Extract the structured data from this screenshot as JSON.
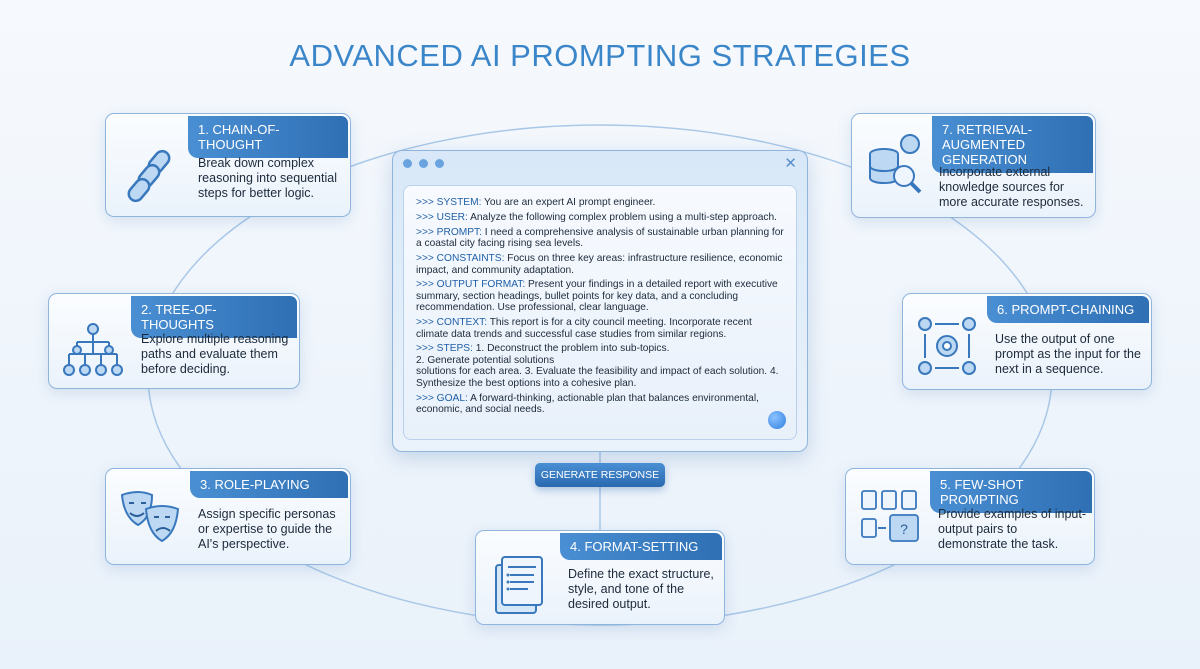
{
  "title": "ADVANCED AI PROMPTING STRATEGIES",
  "cards": [
    {
      "label": "1. CHAIN-OF-THOUGHT",
      "desc": "Break down complex reasoning into sequential steps for better logic.",
      "icon": "chain-link-icon"
    },
    {
      "label": "2. TREE-OF-THOUGHTS",
      "desc": "Explore multiple reasoning paths and evaluate them before deciding.",
      "icon": "tree-icon"
    },
    {
      "label": "3. ROLE-PLAYING",
      "desc": "Assign specific personas or expertise to guide the AI's perspective.",
      "icon": "theater-masks-icon"
    },
    {
      "label": "4. FORMAT-SETTING",
      "desc": "Define the exact structure, style, and tone of the desired output.",
      "icon": "document-icon"
    },
    {
      "label": "5. FEW-SHOT PROMPTING",
      "desc": "Provide examples of input-output pairs to demonstrate the task.",
      "icon": "examples-icon"
    },
    {
      "label": "6. PROMPT-CHAINING",
      "desc": "Use the output of one prompt as the input for the next in a sequence.",
      "icon": "gears-icon"
    },
    {
      "label": "7. RETRIEVAL-AUGMENTED GENERATION",
      "desc": "Incorporate external knowledge sources for more accurate responses.",
      "icon": "database-search-icon"
    }
  ],
  "prompt": [
    {
      "key": ">>> SYSTEM:",
      "text": " You are an expert AI prompt engineer."
    },
    {
      "key": ">>> USER:",
      "text": " Analyze the following complex problem using a multi-step approach."
    },
    {
      "key": ">>> PROMPT:",
      "text": " I need a comprehensive analysis of sustainable urban planning for a coastal city facing rising sea levels."
    },
    {
      "key": ">>> CONSTAINTS:",
      "text": " Focus on three key areas: infrastructure resilience, economic impact, and community adaptation."
    },
    {
      "key": ">>> OUTPUT FORMAT:",
      "text": " Present your findings in a detailed report with executive summary, section headings, bullet points for key data, and a concluding recommendation. Use professional, clear language."
    },
    {
      "key": ">>> CONTEXT:",
      "text": " This report is for a city council meeting. Incorporate recent climate data trends and successful case studies from similar regions."
    },
    {
      "key": ">>> STEPS:",
      "text": " 1. Deconstruct the problem into sub-topics.\n2. Generate potential solutions\nsolutions for each area.  3. Evaluate the feasibility and impact of each solution. 4. Synthesize the best options into a cohesive plan."
    },
    {
      "key": ">>> GOAL:",
      "text": " A forward-thinking, actionable plan that balances environmental, economic, and social needs."
    }
  ],
  "window_close": "✕",
  "generate_label": "GENERATE RESPONSE"
}
